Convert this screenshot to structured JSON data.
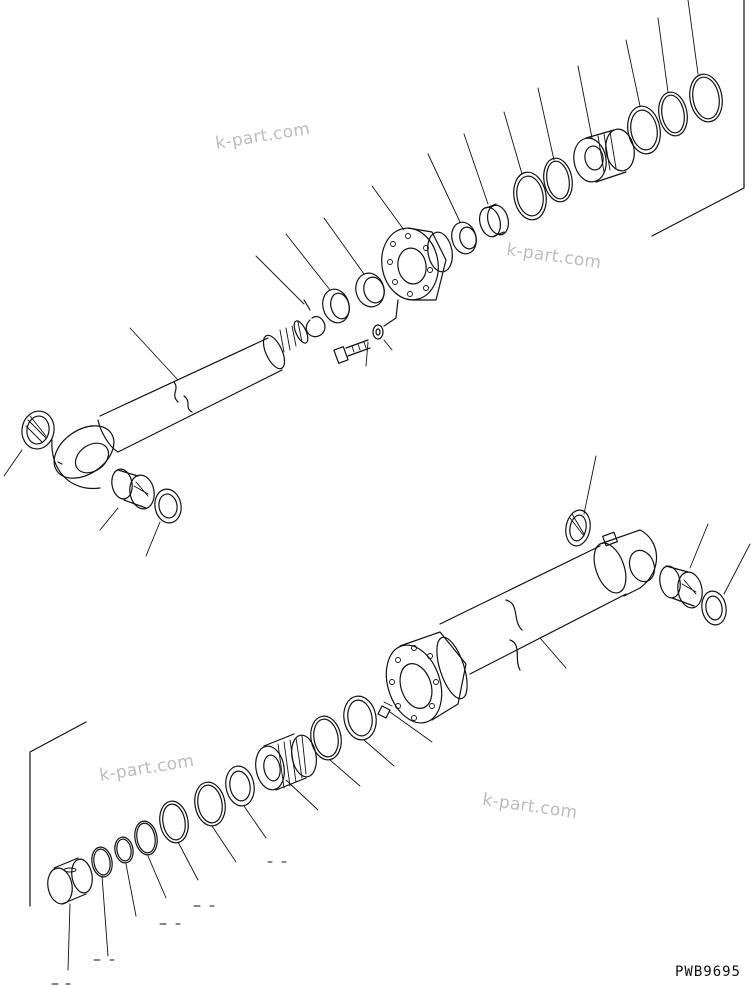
{
  "watermarks": [
    "k-part.com",
    "k-part.com",
    "k-part.com",
    "k-part.com"
  ],
  "drawing_code": "PWB9695",
  "icons": [
    "hydraulic-cylinder-exploded-view"
  ]
}
